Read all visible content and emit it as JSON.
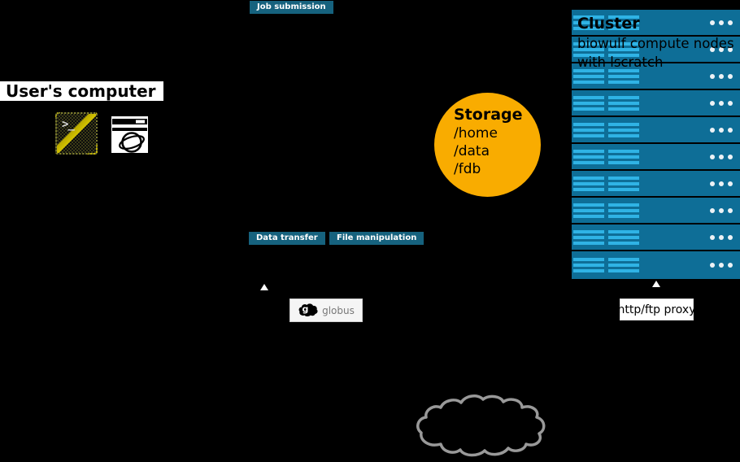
{
  "badges": {
    "job_submission": "Job submission",
    "data_transfer": "Data transfer",
    "file_manipulation": "File manipulation"
  },
  "user_computer": {
    "label": "User's computer",
    "terminal_prompt": ">_"
  },
  "storage": {
    "title": "Storage",
    "paths": [
      "/home",
      "/data",
      "/fdb"
    ]
  },
  "cluster": {
    "title": "Cluster",
    "subtitle_line1": "biowulf compute nodes",
    "subtitle_line2": "with lscratch",
    "node_row_count": 10,
    "dots_per_row": 3,
    "bars_per_server": 3,
    "servers_per_row": 2
  },
  "proxy": {
    "label": "http/ftp proxy"
  },
  "globus": {
    "label": "globus"
  },
  "colors": {
    "bg": "#000000",
    "teal_badge": "#16627e",
    "panel": "#0e6e97",
    "bar": "#2fb3e5",
    "orange": "#f9ac00",
    "cloud_outline": "#999999"
  }
}
